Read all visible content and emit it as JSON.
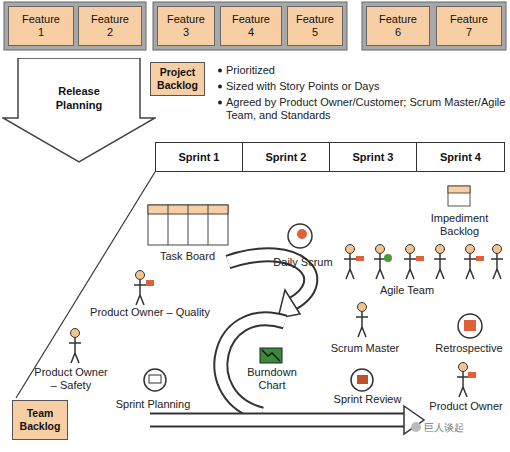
{
  "diagram": {
    "nodes": [
      {
        "text": [
          "Feature 1"
        ]
      },
      {
        "text": [
          "Feature 2"
        ]
      },
      {
        "text": [
          "Feature 3"
        ]
      },
      {
        "text": [
          "Feature 4"
        ]
      },
      {
        "text": [
          "Feature 5"
        ]
      },
      {
        "text": [
          "Feature 6"
        ]
      },
      {
        "text": [
          "Feature 7"
        ]
      },
      {
        "text": [
          "Release Planning"
        ]
      },
      {
        "text": [
          "Project Backlog"
        ]
      },
      {
        "text": [
          "Sprint 1"
        ]
      },
      {
        "text": [
          "Sprint 2"
        ]
      },
      {
        "text": [
          "Sprint 3"
        ]
      },
      {
        "text": [
          "Sprint 4"
        ]
      },
      {
        "text": [
          "Team Backlog"
        ]
      }
    ],
    "labels": [
      "Prioritized",
      "Sized with Story Points or Days",
      "Agreed by Product Owner/Customer; Scrum Master/Agile Team, and Standards",
      "Task Board",
      "Daily Scrum",
      "Impediment Backlog",
      "Agile Team",
      "Product Owner – Quality",
      "Scrum Master",
      "Retrospective",
      "Product Owner – Safety",
      "Sprint Planning",
      "Burndown Chart",
      "Sprint Review",
      "Product Owner",
      "巨人谈起"
    ]
  }
}
